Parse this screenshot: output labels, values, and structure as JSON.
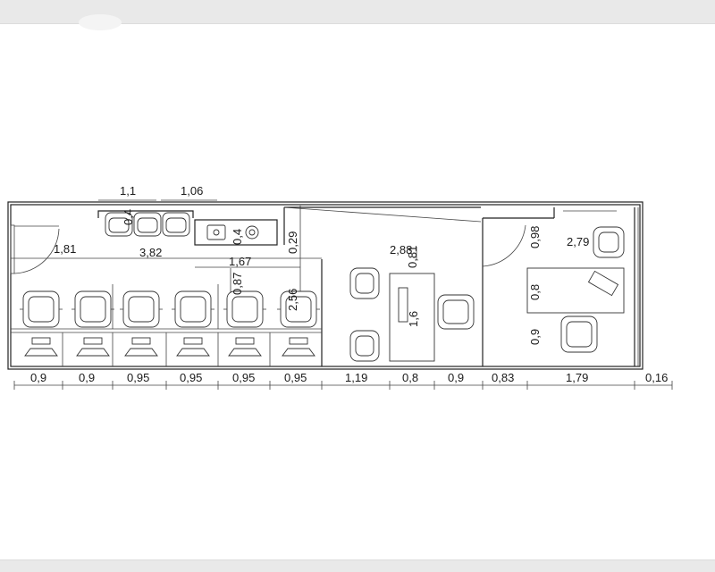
{
  "plan": {
    "top_dims": [
      "1,1",
      "1,06"
    ],
    "interior_labels": [
      "1,81",
      "3,82",
      "1,67",
      "0,87",
      "2,56",
      "0,4",
      "0,4",
      "0,29",
      "2,88",
      "0,81",
      "1,6",
      "0,98",
      "2,79",
      "0,8",
      "0,9"
    ],
    "bottom_dims": [
      "0,9",
      "0,9",
      "0,95",
      "0,95",
      "0,95",
      "0,95",
      "1,19",
      "0,8",
      "0,9",
      "0,83",
      "1,79",
      "0,16"
    ],
    "colors": {
      "line": "#222222",
      "background": "#ffffff",
      "chrome": "#e9e9e9"
    },
    "icons": [
      "office-chair-icon",
      "computer-monitor-icon",
      "sink-icon",
      "toilet-icon",
      "door-swing-icon"
    ]
  }
}
